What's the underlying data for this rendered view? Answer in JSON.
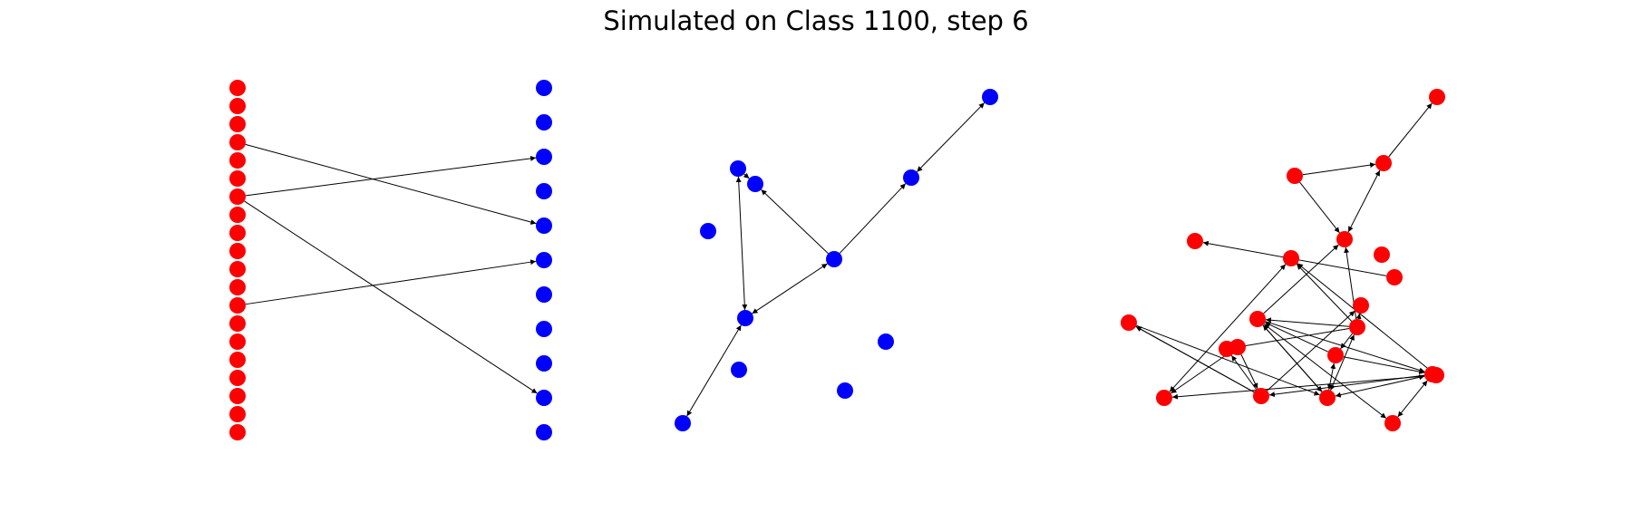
{
  "title": "Simulated on Class 1100, step 6",
  "colors": {
    "left_group": "#ff0000",
    "right_group": "#0000ff",
    "edge": "#000000"
  },
  "panels": [
    {
      "id": "bipartite",
      "node_groups": [
        {
          "name": "left",
          "color": "#ff0000",
          "count": 20
        },
        {
          "name": "right",
          "color": "#0000ff",
          "count": 11
        }
      ],
      "edges": [
        {
          "from": "left-3",
          "to": "right-4"
        },
        {
          "from": "left-6",
          "to": "right-2"
        },
        {
          "from": "left-6",
          "to": "right-9"
        },
        {
          "from": "left-12",
          "to": "right-5"
        }
      ]
    },
    {
      "id": "blue-graph",
      "color": "#0000ff",
      "nodes": [
        "b0",
        "b1",
        "b2",
        "b3",
        "b4",
        "b5",
        "b6",
        "b7",
        "b8",
        "b9",
        "b10"
      ],
      "edges": [
        {
          "from": "b4",
          "to": "b2",
          "both": true
        },
        {
          "from": "b2",
          "to": "b1",
          "both": false
        },
        {
          "from": "b3",
          "to": "b1",
          "both": false
        },
        {
          "from": "b3",
          "to": "b4",
          "both": true
        },
        {
          "from": "b3",
          "to": "b5",
          "both": false
        },
        {
          "from": "b5",
          "to": "b0",
          "both": true
        },
        {
          "from": "b8",
          "to": "b4",
          "both": true
        }
      ]
    },
    {
      "id": "red-graph",
      "color": "#ff0000",
      "nodes": [
        "r0",
        "r1",
        "r2",
        "r3",
        "r4",
        "r5",
        "r6",
        "r7",
        "r8",
        "r9",
        "r10",
        "r11",
        "r12",
        "r13",
        "r14",
        "r15",
        "r16",
        "r17",
        "r18",
        "r19",
        "r20"
      ],
      "edges": [
        {
          "from": "r2",
          "to": "r1",
          "both": false
        },
        {
          "from": "r1",
          "to": "r0",
          "both": false
        },
        {
          "from": "r2",
          "to": "r3",
          "both": false
        },
        {
          "from": "r1",
          "to": "r3",
          "both": true
        },
        {
          "from": "r9",
          "to": "r3",
          "both": false
        },
        {
          "from": "r7",
          "to": "r4",
          "both": false
        },
        {
          "from": "r11",
          "to": "r5",
          "both": false
        },
        {
          "from": "r11",
          "to": "r3",
          "both": false
        },
        {
          "from": "r15",
          "to": "r10",
          "both": false
        },
        {
          "from": "r11",
          "to": "r13",
          "both": false
        },
        {
          "from": "r11",
          "to": "r14",
          "both": false
        },
        {
          "from": "r11",
          "to": "r8",
          "both": false
        },
        {
          "from": "r11",
          "to": "r9",
          "both": false
        },
        {
          "from": "r15",
          "to": "r14",
          "both": false
        },
        {
          "from": "r15",
          "to": "r8",
          "both": false
        },
        {
          "from": "r17",
          "to": "r5",
          "both": false
        },
        {
          "from": "r5",
          "to": "r18",
          "both": true
        },
        {
          "from": "r15",
          "to": "r10",
          "both": false
        },
        {
          "from": "r11",
          "to": "r16",
          "both": true
        },
        {
          "from": "r9",
          "to": "r16",
          "both": false
        },
        {
          "from": "r10",
          "to": "r16",
          "both": false
        },
        {
          "from": "r13",
          "to": "r16",
          "both": true
        },
        {
          "from": "r13",
          "to": "r9",
          "both": false
        },
        {
          "from": "r9",
          "to": "r16",
          "both": true
        },
        {
          "from": "r9",
          "to": "r19",
          "both": true
        },
        {
          "from": "r19",
          "to": "r20",
          "both": true
        },
        {
          "from": "r16",
          "to": "r20",
          "both": true
        },
        {
          "from": "r9",
          "to": "r20",
          "both": false
        },
        {
          "from": "r13",
          "to": "r20",
          "both": false
        },
        {
          "from": "r12",
          "to": "r15",
          "both": false
        },
        {
          "from": "r20",
          "to": "r15",
          "both": false
        },
        {
          "from": "r17",
          "to": "r18",
          "both": false
        },
        {
          "from": "r12",
          "to": "r18",
          "both": false
        }
      ]
    }
  ]
}
